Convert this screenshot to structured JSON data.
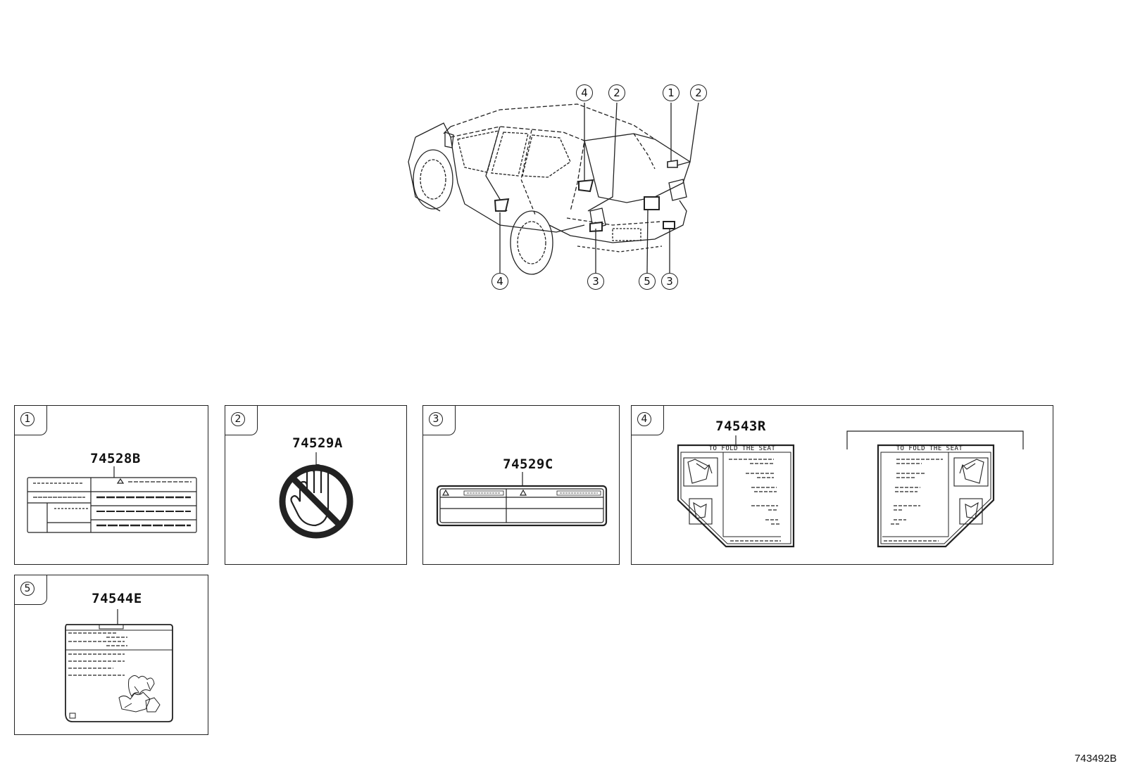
{
  "drawing_id": "743492B",
  "callouts": [
    "4",
    "2",
    "1",
    "2",
    "4",
    "3",
    "5",
    "3"
  ],
  "panels": [
    {
      "num": "1",
      "part_no": "74528B"
    },
    {
      "num": "2",
      "part_no": "74529A"
    },
    {
      "num": "3",
      "part_no": "74529C"
    },
    {
      "num": "4",
      "part_no": "74543R",
      "label_text": "TO FOLD THE SEAT"
    },
    {
      "num": "5",
      "part_no": "74544E"
    }
  ]
}
